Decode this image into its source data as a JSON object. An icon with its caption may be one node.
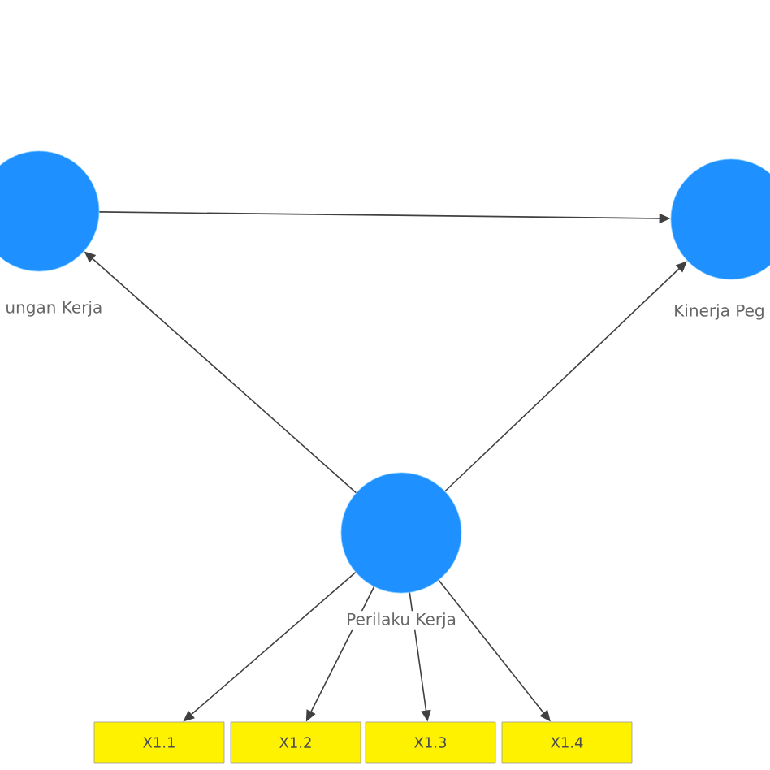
{
  "diagram": {
    "nodes": [
      {
        "text": [],
        "shape": "circle",
        "beside": [
          "ungan Kerja"
        ]
      },
      {
        "text": [],
        "shape": "circle",
        "beside": [
          "Kinerja Peg"
        ]
      },
      {
        "text": [],
        "shape": "circle",
        "beside": [
          "Perilaku Kerja"
        ]
      },
      {
        "text": [
          "X1.1"
        ]
      },
      {
        "text": [
          "X1.2"
        ]
      },
      {
        "text": [
          "X1.3"
        ]
      },
      {
        "text": [
          "X1.4"
        ]
      }
    ],
    "edges": [
      {
        "from": 0,
        "to": 1,
        "arrow": "to"
      },
      {
        "from": 2,
        "to": 0,
        "arrow": "to"
      },
      {
        "from": 2,
        "to": 1,
        "arrow": "to"
      },
      {
        "from": 2,
        "to": 3,
        "arrow": "to"
      },
      {
        "from": 2,
        "to": 4,
        "arrow": "to"
      },
      {
        "from": 2,
        "to": 5,
        "arrow": "to"
      },
      {
        "from": 2,
        "to": 6,
        "arrow": "to"
      }
    ]
  }
}
